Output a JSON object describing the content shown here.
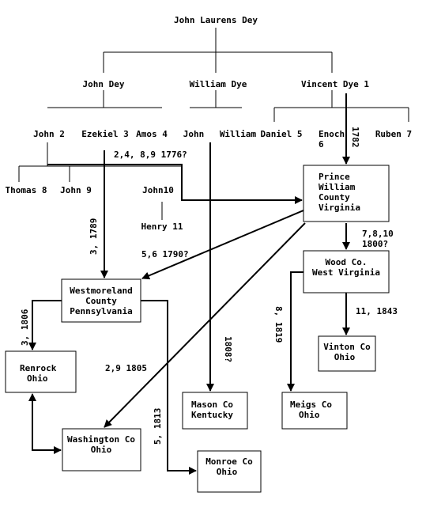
{
  "people": {
    "root": "John Laurens Dey",
    "john_dey": "John Dey",
    "william_dye": "William Dye",
    "vincent_dye": "Vincent Dye 1",
    "john_2": "John 2",
    "ezekiel_3": "Ezekiel 3",
    "amos_4": "Amos 4",
    "john": "John",
    "william": "William",
    "daniel_5": "Daniel 5",
    "enoch": "Enoch",
    "enoch_num": "6",
    "ruben_7": "Ruben 7",
    "thomas_8": "Thomas 8",
    "john_9": "John 9",
    "john_10": "John10",
    "henry_11": "Henry 11"
  },
  "places": {
    "prince_william": [
      "Prince",
      "William",
      "County",
      "Virginia"
    ],
    "wood_co": [
      "Wood Co.",
      "West Virginia"
    ],
    "westmoreland": [
      "Westmoreland",
      "County",
      "Pennsylvania"
    ],
    "renrock": [
      "Renrock",
      "Ohio"
    ],
    "washington": [
      "Washington Co",
      "Ohio"
    ],
    "mason": [
      "Mason Co",
      "Kentucky"
    ],
    "meigs": [
      "Meigs Co",
      "Ohio"
    ],
    "vinton": [
      "Vinton Co",
      "Ohio"
    ],
    "monroe": [
      "Monroe Co",
      "Ohio"
    ]
  },
  "migrations": {
    "a_1782": "1782",
    "a_1776": "2,4, 8,9 1776?",
    "a_1789": "3, 1789",
    "a_1800_line1": "7,8,10",
    "a_1800_line2": "1800?",
    "a_1790": "5,6 1790?",
    "a_1806": "3, 1806",
    "a_1805": "2,9 1805",
    "a_1808": "1808?",
    "a_1819": "8, 1819",
    "a_1843": "11, 1843",
    "a_1813": "5, 1813"
  }
}
